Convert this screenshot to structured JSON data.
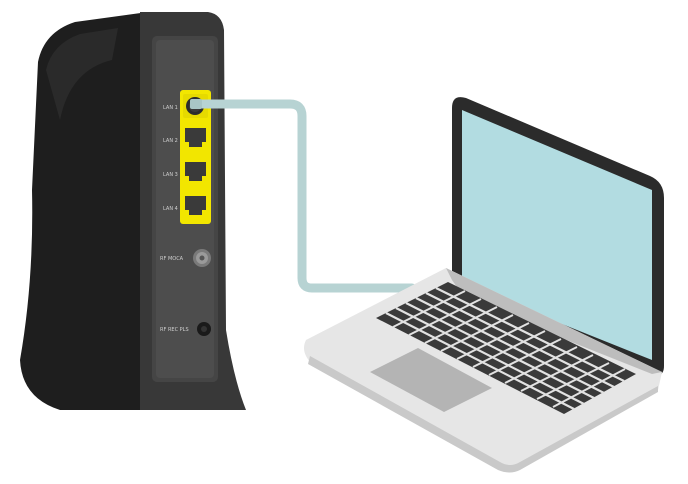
{
  "colors": {
    "background": "#ffffff",
    "router_body": "#1f1f1f",
    "router_back": "#3a3a3a",
    "port_panel": "#4a4a4a",
    "ethernet_port": "#f2e600",
    "cable": "#b9d4d4",
    "laptop_screen": "#b3dde2",
    "laptop_bezel": "#2b2b2b",
    "laptop_deck": "#e7e7e7",
    "keys": "#2f2f2f",
    "trackpad": "#b5b5b5"
  },
  "icons": {
    "router": "router-icon",
    "laptop": "laptop-icon",
    "cable": "ethernet-cable-icon"
  },
  "router": {
    "ports": [
      {
        "label": "LAN 1",
        "type": "ethernet"
      },
      {
        "label": "LAN 2",
        "type": "ethernet"
      },
      {
        "label": "LAN 3",
        "type": "ethernet"
      },
      {
        "label": "LAN 4",
        "type": "ethernet"
      },
      {
        "label": "RF MOCA",
        "type": "coax"
      },
      {
        "label": "RF REC PLS",
        "type": "power"
      }
    ]
  }
}
